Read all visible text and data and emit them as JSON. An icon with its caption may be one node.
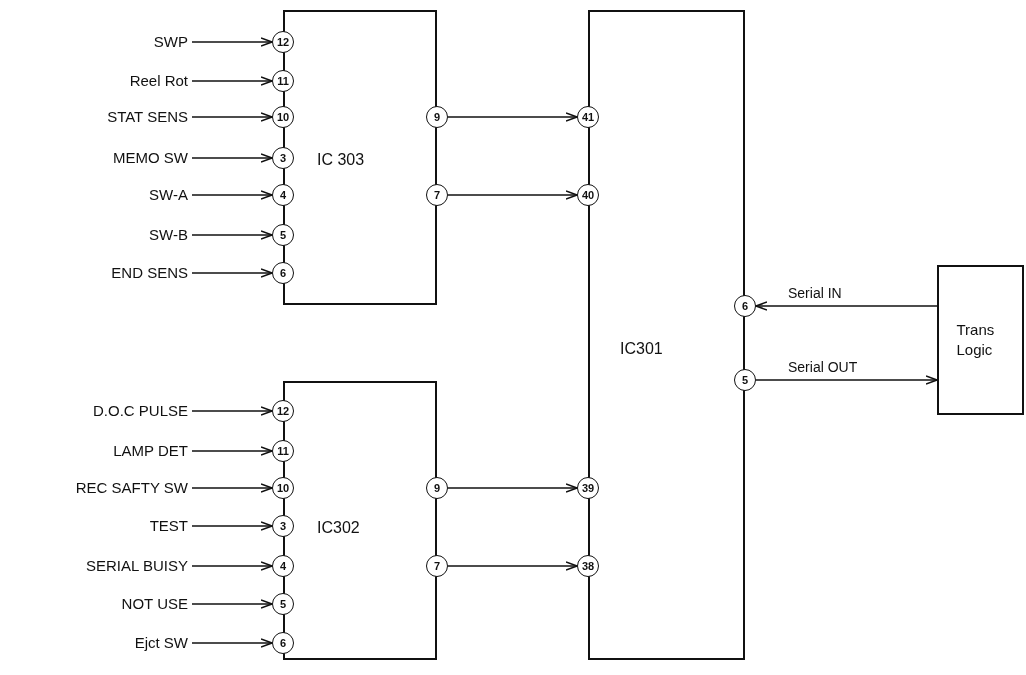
{
  "diagram": {
    "nodes": [
      {
        "text": [
          "IC 303"
        ]
      },
      {
        "text": [
          "12"
        ]
      },
      {
        "text": [
          "11"
        ]
      },
      {
        "text": [
          "10"
        ]
      },
      {
        "text": [
          "3"
        ]
      },
      {
        "text": [
          "4"
        ]
      },
      {
        "text": [
          "5"
        ]
      },
      {
        "text": [
          "6"
        ]
      },
      {
        "text": [
          "9"
        ]
      },
      {
        "text": [
          "7"
        ]
      },
      {
        "text": [
          "SWP"
        ]
      },
      {
        "text": [
          "Reel Rot"
        ]
      },
      {
        "text": [
          "STAT SENS"
        ]
      },
      {
        "text": [
          "MEMO SW"
        ]
      },
      {
        "text": [
          "SW-A"
        ]
      },
      {
        "text": [
          "SW-B"
        ]
      },
      {
        "text": [
          "END SENS"
        ]
      },
      {
        "text": [
          "IC301"
        ]
      },
      {
        "text": [
          "41"
        ]
      },
      {
        "text": [
          "40"
        ]
      },
      {
        "text": [
          "39"
        ]
      },
      {
        "text": [
          "38"
        ]
      },
      {
        "text": [
          "6"
        ]
      },
      {
        "text": [
          "5"
        ]
      },
      {
        "text": [
          "Trans Logic"
        ]
      },
      {
        "text": [
          "IC302"
        ]
      },
      {
        "text": [
          "12"
        ]
      },
      {
        "text": [
          "11"
        ]
      },
      {
        "text": [
          "10"
        ]
      },
      {
        "text": [
          "3"
        ]
      },
      {
        "text": [
          "4"
        ]
      },
      {
        "text": [
          "5"
        ]
      },
      {
        "text": [
          "6"
        ]
      },
      {
        "text": [
          "9"
        ]
      },
      {
        "text": [
          "7"
        ]
      },
      {
        "text": [
          "D.O.C PULSE"
        ]
      },
      {
        "text": [
          "LAMP DET"
        ]
      },
      {
        "text": [
          "REC SAFTY SW"
        ]
      },
      {
        "text": [
          "TEST"
        ]
      },
      {
        "text": [
          "SERIAL BUISY"
        ]
      },
      {
        "text": [
          "NOT USE"
        ]
      },
      {
        "text": [
          "Ejct SW"
        ]
      }
    ],
    "edges": [
      {
        "from": 10,
        "to": 1,
        "arrow": "to"
      },
      {
        "from": 11,
        "to": 2,
        "arrow": "to"
      },
      {
        "from": 12,
        "to": 3,
        "arrow": "to"
      },
      {
        "from": 13,
        "to": 4,
        "arrow": "to"
      },
      {
        "from": 14,
        "to": 5,
        "arrow": "to"
      },
      {
        "from": 15,
        "to": 6,
        "arrow": "to"
      },
      {
        "from": 16,
        "to": 7,
        "arrow": "to"
      },
      {
        "from": 8,
        "to": 18,
        "arrow": "to"
      },
      {
        "from": 9,
        "to": 19,
        "arrow": "to"
      },
      {
        "from": 24,
        "to": 22,
        "arrow": "to",
        "label": "Serial IN"
      },
      {
        "from": 23,
        "to": 24,
        "arrow": "to",
        "label": "Serial OUT"
      },
      {
        "from": 35,
        "to": 26,
        "arrow": "to"
      },
      {
        "from": 36,
        "to": 27,
        "arrow": "to"
      },
      {
        "from": 37,
        "to": 28,
        "arrow": "to"
      },
      {
        "from": 38,
        "to": 29,
        "arrow": "to"
      },
      {
        "from": 39,
        "to": 30,
        "arrow": "to"
      },
      {
        "from": 40,
        "to": 31,
        "arrow": "to"
      },
      {
        "from": 41,
        "to": 32,
        "arrow": "to"
      },
      {
        "from": 33,
        "to": 20,
        "arrow": "to"
      },
      {
        "from": 34,
        "to": 21,
        "arrow": "to"
      }
    ]
  }
}
